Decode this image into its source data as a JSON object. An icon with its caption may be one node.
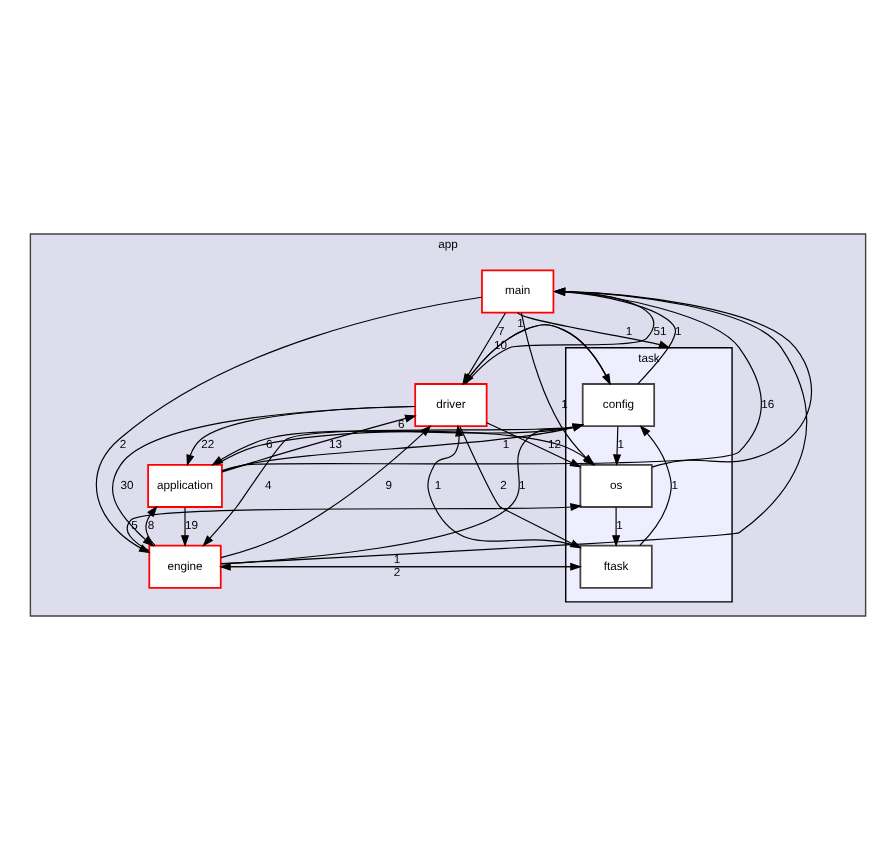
{
  "diagram": {
    "nodes": [
      {
        "text": [
          "app"
        ]
      },
      {
        "text": [
          "main"
        ],
        "in": 0
      },
      {
        "text": [
          "driver"
        ],
        "in": 0
      },
      {
        "text": [
          "application"
        ],
        "in": 0
      },
      {
        "text": [
          "engine"
        ],
        "in": 0
      },
      {
        "text": [
          "task"
        ],
        "in": 0
      },
      {
        "text": [
          "config"
        ],
        "in": 5
      },
      {
        "text": [
          "os"
        ],
        "in": 5
      },
      {
        "text": [
          "ftask"
        ],
        "in": 5
      }
    ],
    "edges": [
      {
        "from": 1,
        "to": 2,
        "arrow": "to",
        "label": "7"
      },
      {
        "from": 2,
        "to": 1,
        "arrow": "to",
        "label": "51"
      },
      {
        "from": 1,
        "to": 5,
        "arrow": "to",
        "label": "1"
      },
      {
        "from": 6,
        "to": 1,
        "arrow": "to",
        "label": "1"
      },
      {
        "from": 7,
        "to": 1,
        "arrow": "to"
      },
      {
        "from": 1,
        "to": 7,
        "arrow": "to",
        "label": "1"
      },
      {
        "from": 6,
        "to": 2,
        "arrow": "to",
        "label": "10"
      },
      {
        "from": 2,
        "to": 6,
        "arrow": "to",
        "label": "1"
      },
      {
        "from": 3,
        "to": 1,
        "arrow": "to",
        "label": "16"
      },
      {
        "from": 4,
        "to": 1,
        "arrow": "to"
      },
      {
        "from": 1,
        "to": 4,
        "arrow": "to",
        "label": "2"
      },
      {
        "from": 3,
        "to": 2,
        "arrow": "to",
        "label": "13"
      },
      {
        "from": 2,
        "to": 3,
        "arrow": "to",
        "label": "22"
      },
      {
        "from": 2,
        "to": 4,
        "arrow": "to",
        "label": "30"
      },
      {
        "from": 4,
        "to": 2,
        "arrow": "to",
        "label": "9"
      },
      {
        "from": 6,
        "to": 4,
        "arrow": "to",
        "label": "4"
      },
      {
        "from": 4,
        "to": 3,
        "arrow": "to",
        "label": "8"
      },
      {
        "from": 3,
        "to": 4,
        "arrow": "to",
        "label": "19"
      },
      {
        "from": 6,
        "to": 3,
        "arrow": "to",
        "label": "6"
      },
      {
        "from": 3,
        "to": 6,
        "arrow": "to",
        "label": "1"
      },
      {
        "from": 4,
        "to": 6,
        "arrow": "to",
        "label": "1"
      },
      {
        "from": 2,
        "to": 7,
        "arrow": "to",
        "label": "12"
      },
      {
        "from": 8,
        "to": 2,
        "arrow": "to",
        "label": "1"
      },
      {
        "from": 2,
        "to": 8,
        "arrow": "to",
        "label": "2"
      },
      {
        "from": 3,
        "to": 7,
        "arrow": "to",
        "label": "6"
      },
      {
        "from": 4,
        "to": 7,
        "arrow": "to",
        "label": "5"
      },
      {
        "from": 6,
        "to": 7,
        "arrow": "to",
        "label": "1"
      },
      {
        "from": 7,
        "to": 8,
        "arrow": "to",
        "label": "1"
      },
      {
        "from": 8,
        "to": 6,
        "arrow": "to",
        "label": "1"
      },
      {
        "from": 4,
        "to": 8,
        "arrow": "to",
        "label": "1"
      },
      {
        "from": 8,
        "to": 4,
        "arrow": "to",
        "label": "2"
      }
    ]
  }
}
